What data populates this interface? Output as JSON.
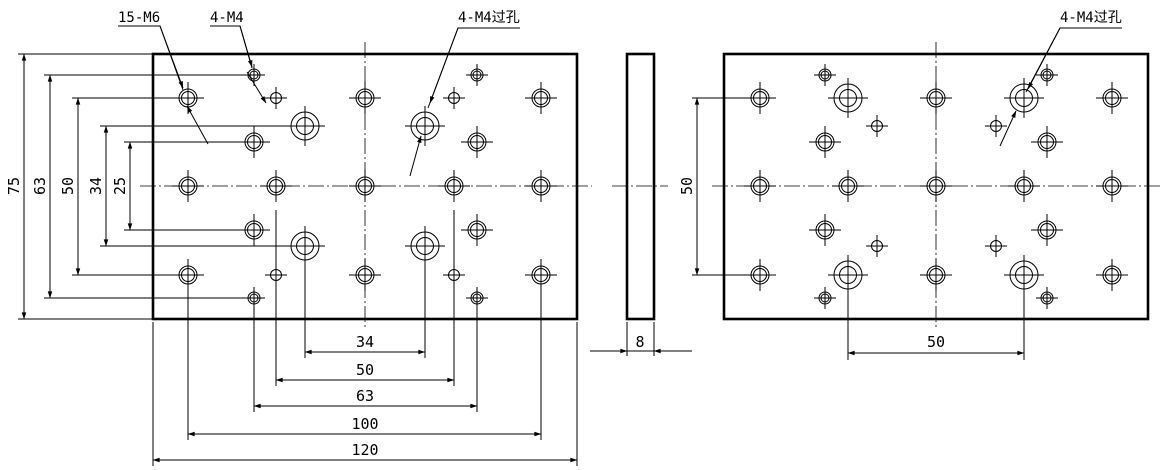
{
  "drawing": {
    "callouts": {
      "m6": "15-M6",
      "m4": "4-M4",
      "m4_through_left": "4-M4过孔",
      "m4_through_right": "4-M4过孔"
    },
    "dims": {
      "h75": "75",
      "h63": "63",
      "h50": "50",
      "h34": "34",
      "h25": "25",
      "w34": "34",
      "w50": "50",
      "w63": "63",
      "w100": "100",
      "w120": "120",
      "thickness": "8",
      "right_h50": "50",
      "right_w50": "50"
    }
  }
}
